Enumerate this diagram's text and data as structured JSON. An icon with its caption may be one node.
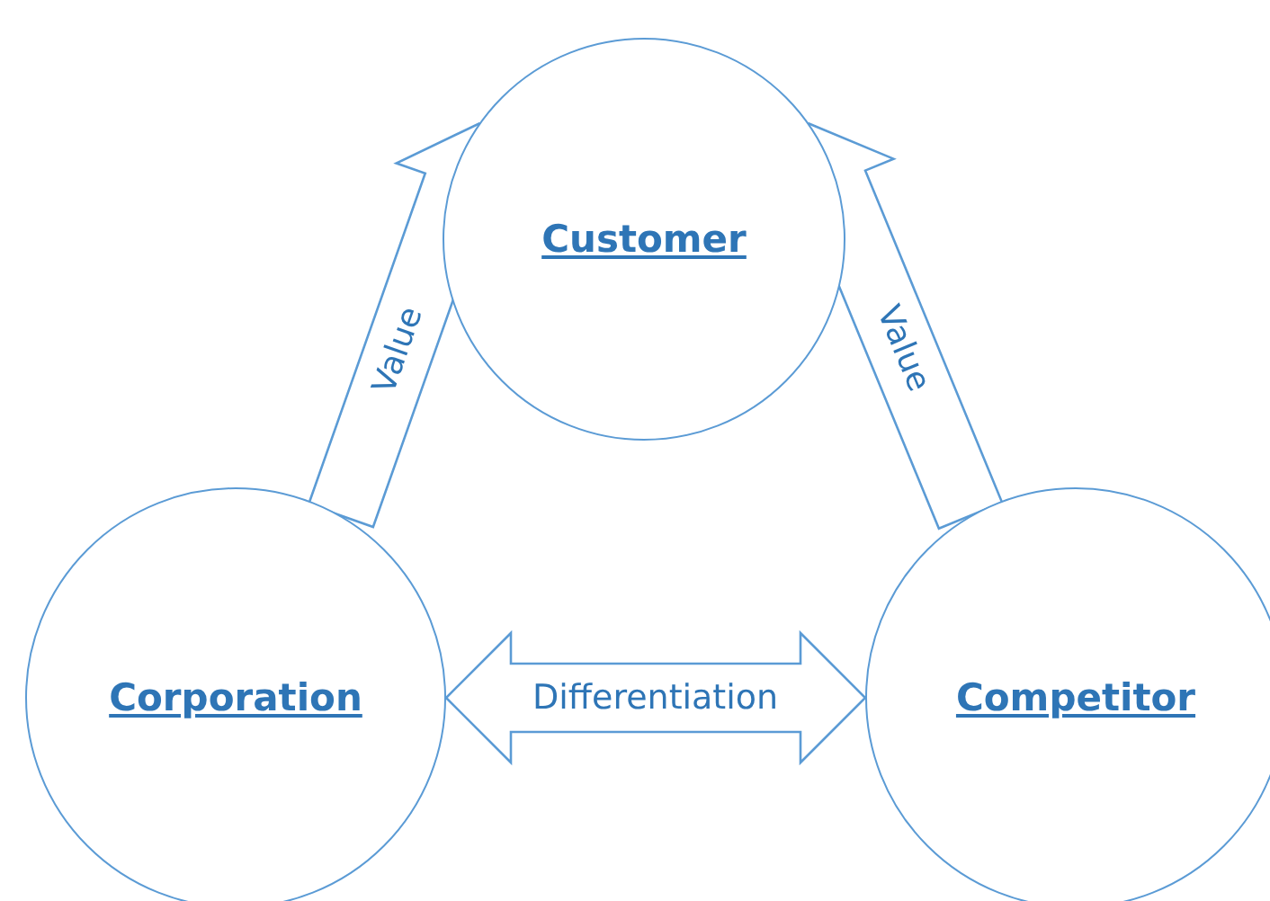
{
  "diagram": {
    "nodes": [
      {
        "text": [
          "Customer"
        ]
      },
      {
        "text": [
          "Corporation"
        ]
      },
      {
        "text": [
          "Competitor"
        ]
      }
    ],
    "edges": [
      {
        "from": 1,
        "to": 0,
        "arrow": "to",
        "label": "Value"
      },
      {
        "from": 2,
        "to": 0,
        "arrow": "to",
        "label": "Value"
      },
      {
        "from": 1,
        "to": 2,
        "arrow": "both",
        "label": "Differentiation"
      }
    ]
  }
}
